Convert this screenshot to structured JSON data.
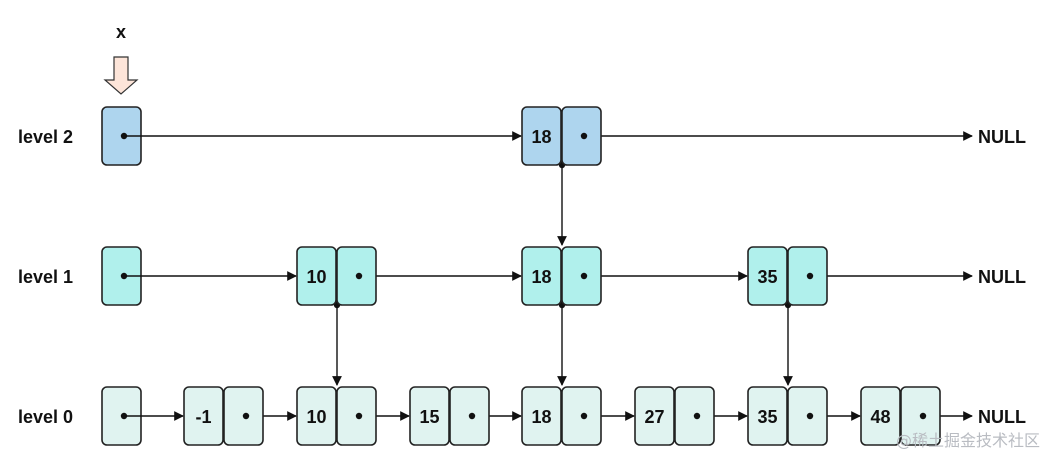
{
  "pointer": {
    "label": "x",
    "arrow_color": "#fde5d9"
  },
  "levels": [
    {
      "name": "level 2",
      "color": "#aed5ee",
      "nodes": [
        "18"
      ],
      "terminator": "NULL"
    },
    {
      "name": "level 1",
      "color": "#b0f0ec",
      "nodes": [
        "10",
        "18",
        "35"
      ],
      "terminator": "NULL"
    },
    {
      "name": "level 0",
      "color": "#e0f3f0",
      "nodes": [
        "-1",
        "10",
        "15",
        "18",
        "27",
        "35",
        "48"
      ],
      "terminator": "NULL"
    }
  ],
  "watermark": "@稀土掘金技术社区"
}
